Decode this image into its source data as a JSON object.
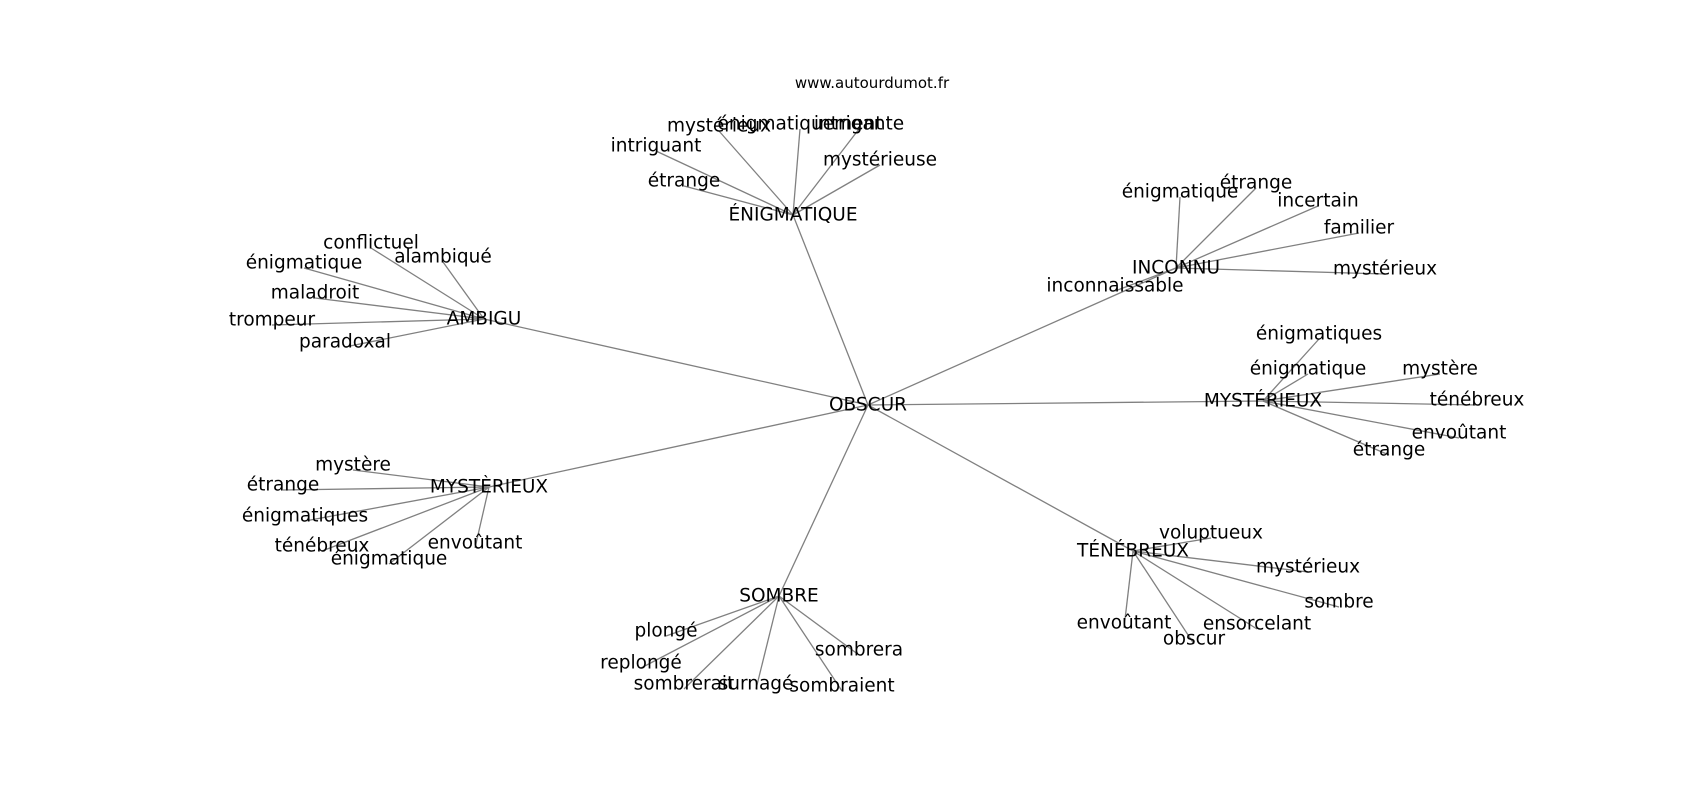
{
  "watermark": "www.autourdumot.fr",
  "colors": {
    "edge": "#808080",
    "text": "#000000",
    "background": "#ffffff"
  },
  "graph": {
    "center": "OBSCUR",
    "hubs": [
      {
        "label": "ÉNIGMATIQUE",
        "leaves": [
          "mystérieux",
          "énigmatiquement",
          "intrigante",
          "intriguant",
          "mystérieuse",
          "étrange"
        ]
      },
      {
        "label": "INCONNU",
        "leaves": [
          "énigmatique",
          "étrange",
          "incertain",
          "familier",
          "mystérieux",
          "inconnaissable"
        ]
      },
      {
        "label": "AMBIGU",
        "leaves": [
          "conflictuel",
          "alambiqué",
          "énigmatique",
          "maladroit",
          "trompeur",
          "paradoxal"
        ]
      },
      {
        "label": "MYSTÉRIEUX",
        "leaves": [
          "énigmatiques",
          "énigmatique",
          "mystère",
          "ténébreux",
          "envoûtant",
          "étrange"
        ]
      },
      {
        "label": "MYSTÈRIEUX",
        "leaves": [
          "mystère",
          "étrange",
          "énigmatiques",
          "ténébreux",
          "envoûtant",
          "énigmatique"
        ]
      },
      {
        "label": "TÉNÉBREUX",
        "leaves": [
          "voluptueux",
          "mystérieux",
          "sombre",
          "ensorcelant",
          "envoûtant",
          "obscur"
        ]
      },
      {
        "label": "SOMBRE",
        "leaves": [
          "plongé",
          "replongé",
          "sombrerait",
          "surnagé",
          "sombrera",
          "sombraient"
        ]
      }
    ]
  }
}
